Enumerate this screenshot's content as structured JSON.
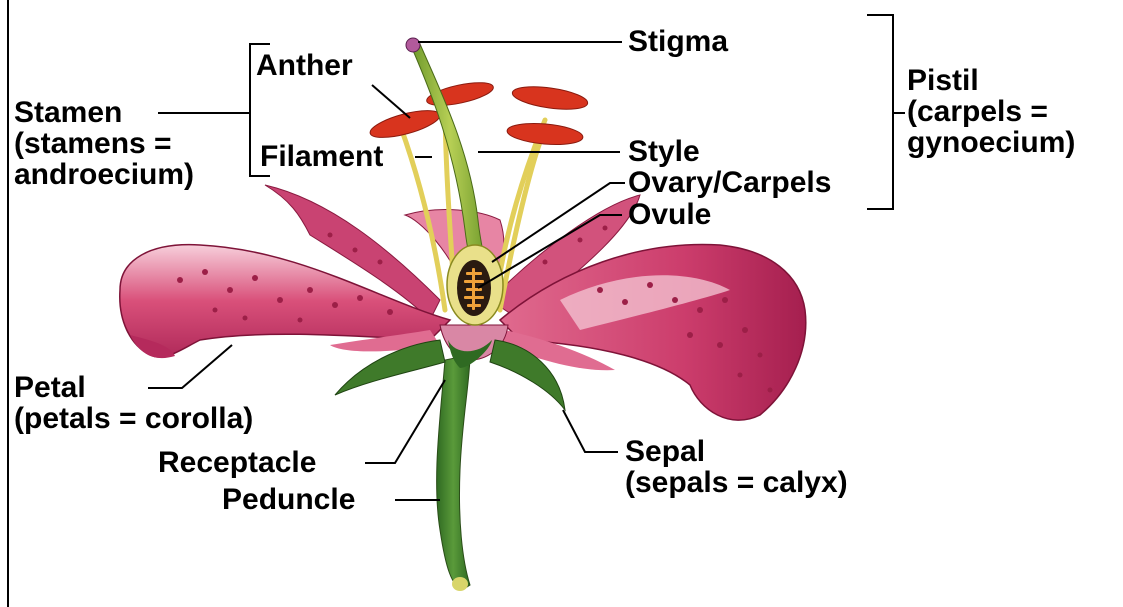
{
  "diagram": {
    "labels": {
      "stigma": "Stigma",
      "anther": "Anther",
      "stamen": "Stamen",
      "stamen_note1": "(stamens =",
      "stamen_note2": "androecium)",
      "filament": "Filament",
      "style": "Style",
      "ovary": "Ovary/Carpels",
      "ovule": "Ovule",
      "pistil": "Pistil",
      "pistil_note1": "(carpels =",
      "pistil_note2": "gynoecium)",
      "petal": "Petal",
      "petal_note": "(petals = corolla)",
      "receptacle": "Receptacle",
      "peduncle": "Peduncle",
      "sepal": "Sepal",
      "sepal_note": "(sepals = calyx)"
    },
    "colors": {
      "petal": "#d9507a",
      "petal_light": "#f3c1cf",
      "petal_spot": "#9c1f47",
      "anther": "#d8341e",
      "filament": "#e2cf5a",
      "style": "#8fae3a",
      "sepal": "#3f7a2a",
      "stem": "#4b8a32",
      "ovary": "#e9e08a",
      "ovule_dark": "#2a1a10",
      "ovule_seed": "#f0a23a",
      "stigma": "#b25a9b",
      "line": "#000000"
    }
  }
}
